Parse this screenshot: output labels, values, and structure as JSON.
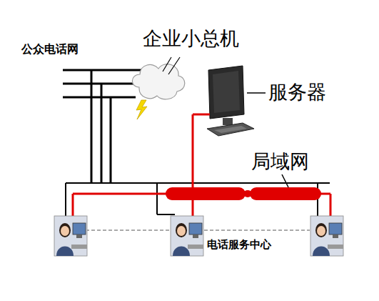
{
  "diagram": {
    "labels": [
      "公众电话网",
      "企业小总机",
      "服务器",
      "局域网",
      "电话服务中心"
    ]
  }
}
